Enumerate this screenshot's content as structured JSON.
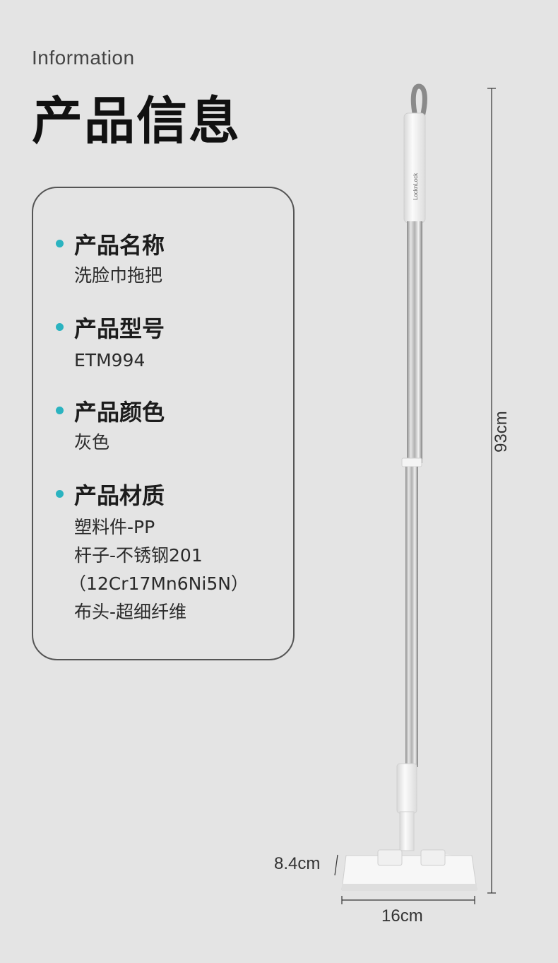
{
  "header": {
    "eyebrow": "Information",
    "title": "产品信息"
  },
  "specs": [
    {
      "label": "产品名称",
      "value": "洗脸巾拖把"
    },
    {
      "label": "产品型号",
      "value": "ETM994"
    },
    {
      "label": "产品颜色",
      "value": "灰色"
    },
    {
      "label": "产品材质",
      "lines": [
        "塑料件-PP",
        "杆子-不锈钢201",
        "（12Cr17Mn6Ni5N）",
        "布头-超细纤维"
      ]
    }
  ],
  "dimensions": {
    "height": "93cm",
    "width": "16cm",
    "depth": "8.4cm"
  },
  "product": {
    "brand_mark": "LocknLock"
  },
  "colors": {
    "background": "#e4e4e4",
    "bullet": "#2bb3c0",
    "card_border": "#555555"
  }
}
